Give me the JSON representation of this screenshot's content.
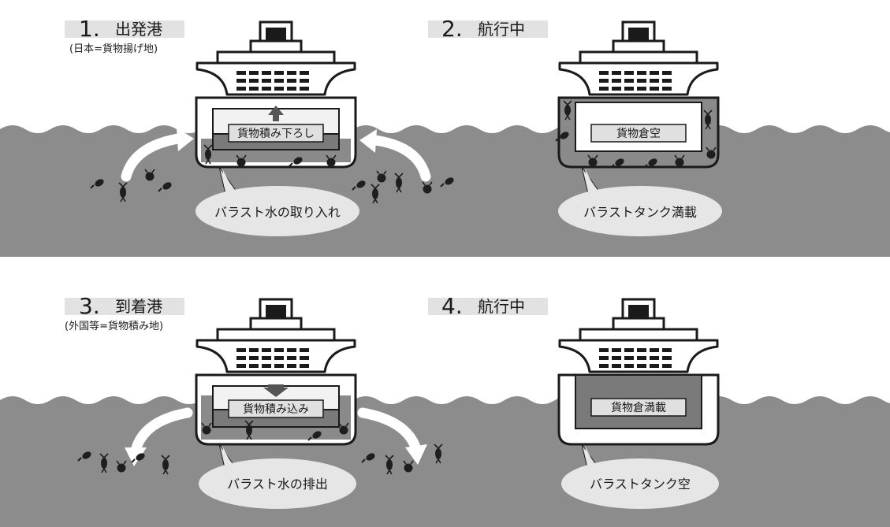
{
  "panels": [
    {
      "number": "1.",
      "title": "出発港",
      "subtitle": "(日本=貨物揚げ地)",
      "hold_label": "貨物積み下ろし",
      "callout": "バラスト水の取り入れ",
      "ballast_state": "intake",
      "cargo_arrow": "up"
    },
    {
      "number": "2.",
      "title": "航行中",
      "subtitle": "",
      "hold_label": "貨物倉空",
      "callout": "バラストタンク満載",
      "ballast_state": "full",
      "cargo_arrow": "none"
    },
    {
      "number": "3.",
      "title": "到着港",
      "subtitle": "(外国等=貨物積み地)",
      "hold_label": "貨物積み込み",
      "callout": "バラスト水の排出",
      "ballast_state": "discharge",
      "cargo_arrow": "down"
    },
    {
      "number": "4.",
      "title": "航行中",
      "subtitle": "",
      "hold_label": "貨物倉満載",
      "callout": "バラストタンク空",
      "ballast_state": "empty",
      "cargo_arrow": "none"
    }
  ],
  "colors": {
    "sea": "#8c8c8c",
    "ballast": "#8a8a8a",
    "hold_dark": "#7a7a7a",
    "hold_light": "#f2f2f2",
    "label_box": "#e0e0e0",
    "callout": "#e6e6e6",
    "header_bar": "#e2e2e2",
    "organism": "#1e1e1e",
    "arrow": "#ffffff"
  }
}
